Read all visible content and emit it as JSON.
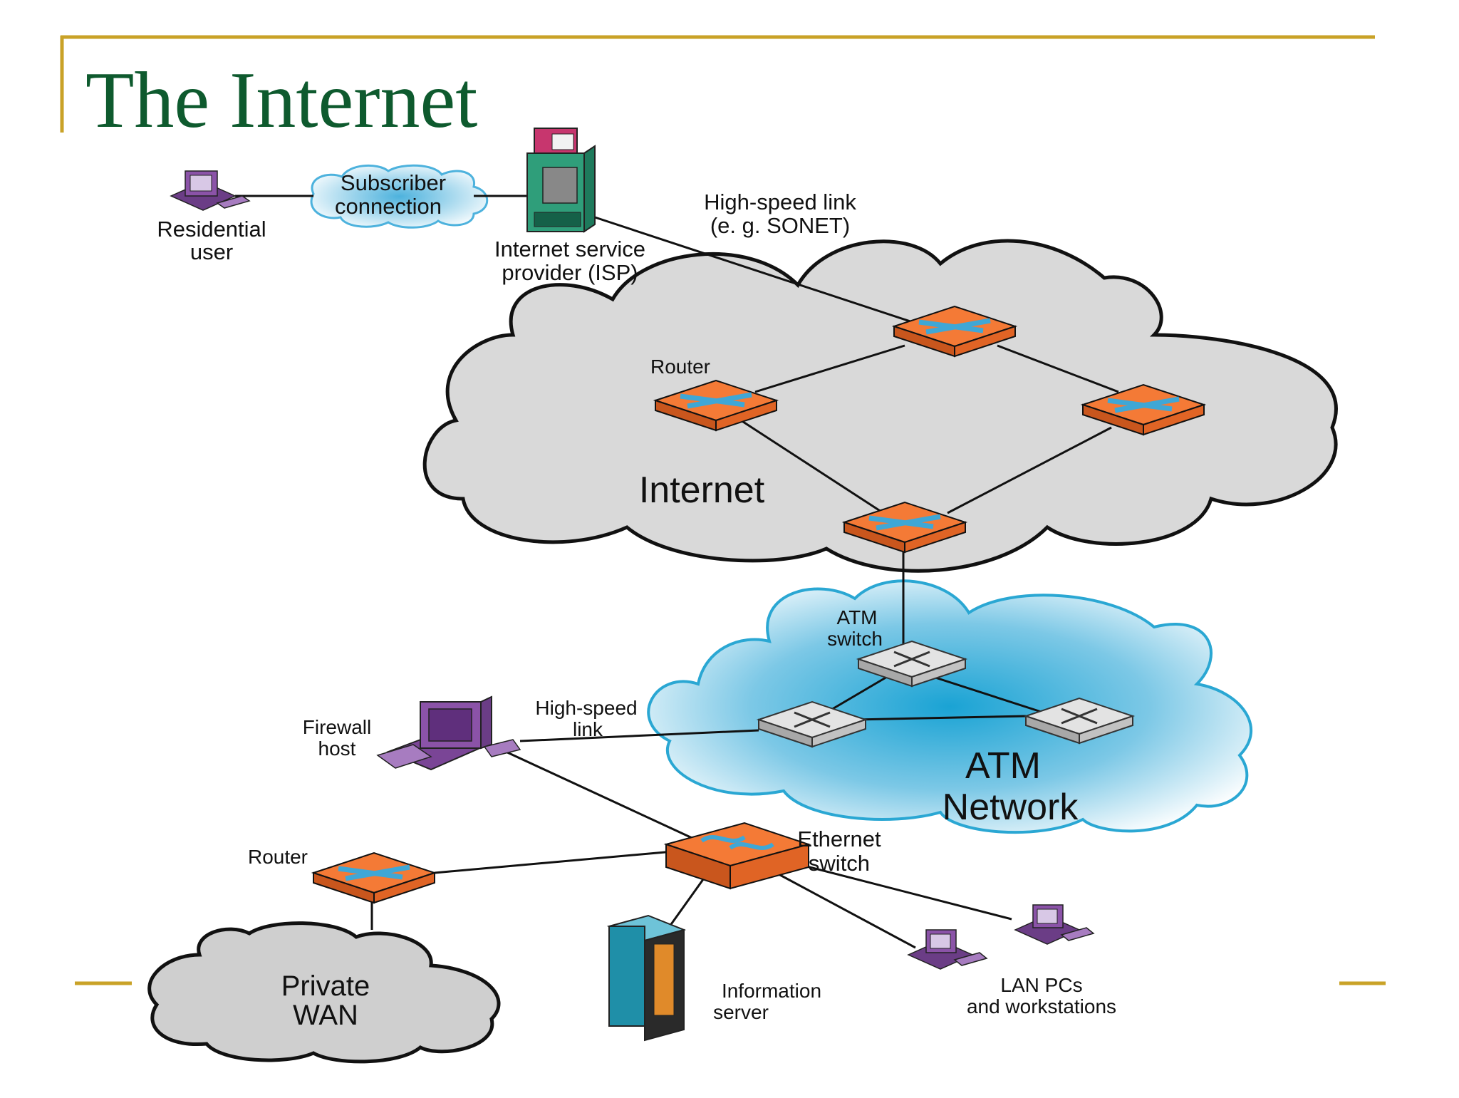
{
  "slide": {
    "title": "The Internet",
    "accent_color": "#c9a227",
    "title_color": "#0e5a2e"
  },
  "diagram": {
    "clouds": {
      "subscriber": [
        "Subscriber",
        "connection"
      ],
      "internet": "Internet",
      "atm": [
        "ATM",
        "Network"
      ],
      "wan": [
        "Private",
        "WAN"
      ]
    },
    "labels": {
      "residential": [
        "Residential",
        "user"
      ],
      "isp": [
        "Internet service",
        "provider (ISP)"
      ],
      "high_speed_link_top": [
        "High-speed link",
        "(e. g. SONET)"
      ],
      "router_internet": "Router",
      "atm_switch": [
        "ATM",
        "switch"
      ],
      "firewall": [
        "Firewall",
        "host"
      ],
      "high_speed_link_bottom": [
        "High-speed",
        "link"
      ],
      "ethernet_switch": [
        "Ethernet",
        "switch"
      ],
      "router_wan": "Router",
      "info_server": [
        "Information",
        "server"
      ],
      "lan_pcs": [
        "LAN PCs",
        "and workstations"
      ]
    },
    "colors": {
      "router": "#f47a36",
      "router_arrow": "#3fa7d6",
      "internet_cloud": "#d9d9d9",
      "atm_cloud": "#2aa7d3",
      "atm_switch": "#e3e3e3",
      "pc": "#8b53a8",
      "isp": "#2f9e7a",
      "server": "#1f8fa8"
    }
  }
}
